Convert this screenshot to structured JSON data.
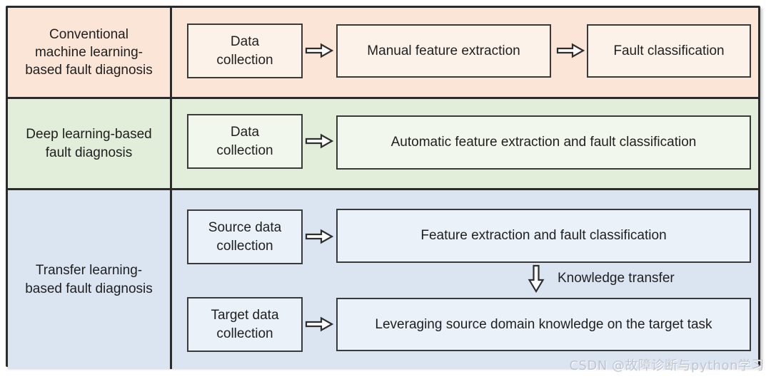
{
  "colors": {
    "line": "#2b2b2b",
    "text": "#1f1f1f",
    "bg_conventional": "#fbe5d6",
    "box_conventional": "#fdf2ea",
    "bg_deep": "#e2eeda",
    "box_deep": "#f1f7ec",
    "bg_transfer": "#dbe5f2",
    "box_transfer": "#eaf1f9"
  },
  "rows": {
    "conventional": {
      "label": "Conventional\nmachine learning-\nbased fault diagnosis",
      "step1": "Data\ncollection",
      "step2": "Manual feature extraction",
      "step3": "Fault classification"
    },
    "deep": {
      "label": "Deep learning-based\nfault diagnosis",
      "step1": "Data\ncollection",
      "step2": "Automatic feature extraction and fault classification"
    },
    "transfer": {
      "label": "Transfer learning-\nbased fault diagnosis",
      "source_step1": "Source data\ncollection",
      "source_step2": "Feature extraction and fault classification",
      "transfer_arrow_label": "Knowledge transfer",
      "target_step1": "Target data\ncollection",
      "target_step2": "Leveraging source domain knowledge on the target task"
    }
  },
  "watermark": "CSDN @故障诊断与python学习"
}
